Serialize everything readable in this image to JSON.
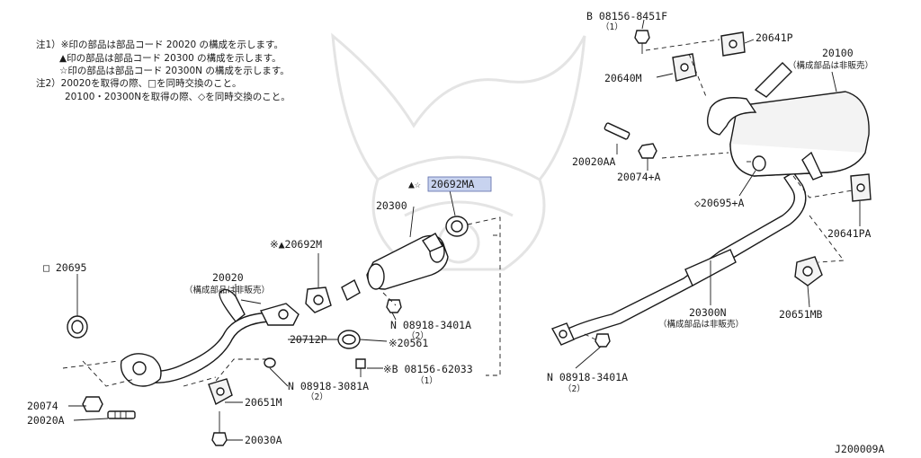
{
  "notes": [
    "注1）※印の部品は部品コード 20020 の構成を示します。",
    "▲印の部品は部品コード 20300 の構成を示します。",
    "☆印の部品は部品コード 20300N の構成を示します。",
    "注2）20020を取得の際、□を同時交換のこと。",
    "20100・20300Nを取得の際、◇を同時交換のこと。"
  ],
  "parts": {
    "p20692MA": "20692MA",
    "p20692MA_mark": "▲☆",
    "p20300": "20300",
    "p20692M": "※▲20692M",
    "p20695": "□ 20695",
    "p20020": "20020",
    "p20020_sub": "（構成部品は非販売）",
    "p20712P": "20712P",
    "p20561": "※20561",
    "p08918_3401A_1": "N 08918-3401A",
    "p08918_3401A_1_qty": "（2）",
    "p08156_62033": "※B 08156-62033",
    "p08156_62033_qty": "（1）",
    "p08918_3081A": "N 08918-3081A",
    "p08918_3081A_qty": "（2）",
    "p20651M": "20651M",
    "p20074": "20074",
    "p20020A": "20020A",
    "p20030A": "20030A",
    "p08156_8451F": "B 08156-8451F",
    "p08156_8451F_qty": "（1）",
    "p20641P": "20641P",
    "p20100": "20100",
    "p20100_sub": "（構成部品は非販売）",
    "p20640M": "20640M",
    "p20020AA": "20020AA",
    "p20074A": "20074+A",
    "p20695A": "◇20695+A",
    "p20641PA": "20641PA",
    "p20651MB": "20651MB",
    "p20300N": "20300N",
    "p20300N_sub": "（構成部品は非販売）",
    "p08918_3401A_2": "N 08918-3401A",
    "p08918_3401A_2_qty": "（2）"
  },
  "diagram_code": "J200009A",
  "colors": {
    "highlight": "#c8d3ef",
    "ink": "#1a1a1a",
    "watermark": "#e4e4e4"
  }
}
